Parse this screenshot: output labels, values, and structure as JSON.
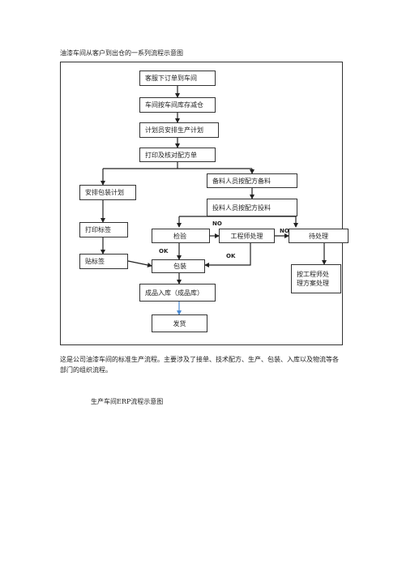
{
  "heading": "油漆车间从客户到出仓的一系列流程示意图",
  "nodes": {
    "order": "客服下订单到车间",
    "stock": "车间按车间库存减仓",
    "plan": "计划员安排生产计划",
    "print_formula": "打印及核对配方单",
    "prep": "备料人员按配方备料",
    "feed": "投料人员按配方投料",
    "pack_plan": "安排包装计划",
    "print_label": "打印标签",
    "stick_label": "贴标签",
    "inspect": "检验",
    "engineer": "工程师处理",
    "pending": "待处理",
    "pending_detail_1": "按工程师处",
    "pending_detail_2": "理方案处理",
    "packing": "包装",
    "warehouse": "成品入库（成品库）",
    "ship": "发货"
  },
  "edge_labels": {
    "no_inspect": "NO",
    "no_engineer": "NO",
    "ok_inspect": "OK",
    "ok_engineer": "OK"
  },
  "description": "这是公司油漆车间的标准生产流程。主要涉及了接单、技术配方、生产、包装、入库以及物流等各部门的组织流程。",
  "subheading": "生产车间ERP流程示意图"
}
